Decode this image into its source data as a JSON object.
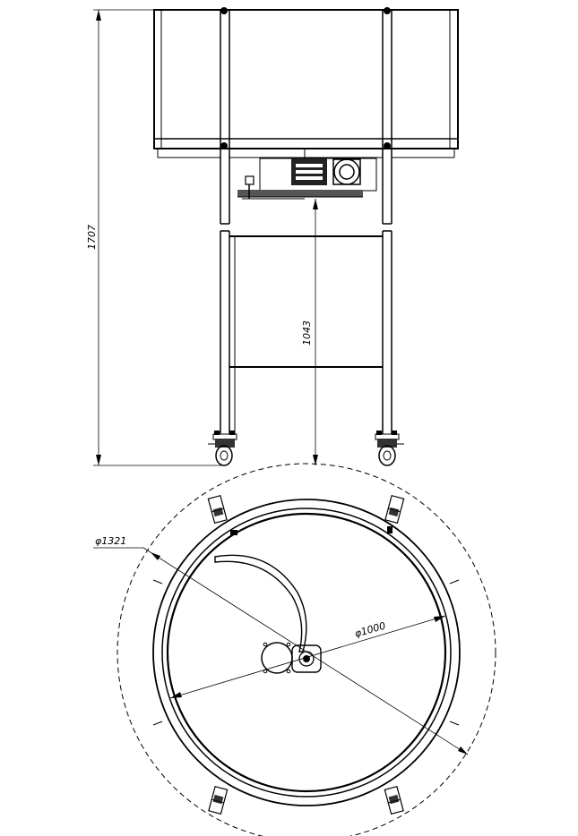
{
  "drawing": {
    "side_view": {
      "dim_total_height": "1707",
      "dim_bowl_height": "1043"
    },
    "top_view": {
      "dim_outer_diameter": "φ1321",
      "dim_bowl_diameter": "φ1000"
    }
  }
}
